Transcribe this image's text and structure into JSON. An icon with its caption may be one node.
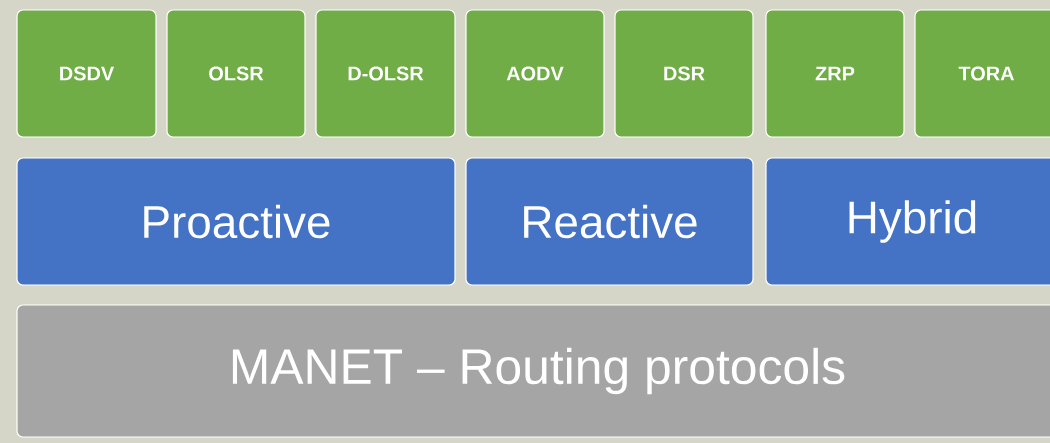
{
  "diagram": {
    "nodes": [
      {
        "text": [
          "DSDV"
        ]
      },
      {
        "text": [
          "OLSR"
        ]
      },
      {
        "text": [
          "D-OLSR"
        ]
      },
      {
        "text": [
          "AODV"
        ]
      },
      {
        "text": [
          "DSR"
        ]
      },
      {
        "text": [
          "ZRP"
        ]
      },
      {
        "text": [
          "TORA"
        ]
      },
      {
        "text": [
          "Proactive"
        ]
      },
      {
        "text": [
          "Reactive"
        ]
      },
      {
        "text": [
          "Hybrid"
        ]
      },
      {
        "text": [
          "MANET – Routing protocols"
        ]
      }
    ]
  }
}
